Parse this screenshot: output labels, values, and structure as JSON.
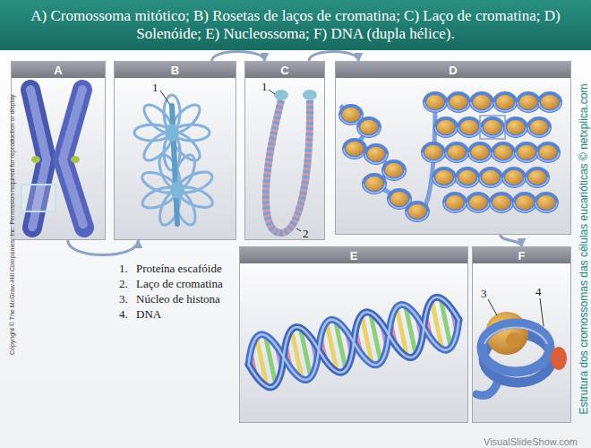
{
  "diagram": {
    "title": "A) Cromossoma mitótico; B) Rosetas de laços de cromatina; C) Laço de cromatina; D) Solenóide; E) Nucleossoma; F) DNA (dupla hélice).",
    "nodes": [
      {
        "text": [
          "A"
        ]
      },
      {
        "text": [
          "B"
        ]
      },
      {
        "text": [
          "C"
        ]
      },
      {
        "text": [
          "D"
        ]
      },
      {
        "text": [
          "E"
        ]
      },
      {
        "text": [
          "F"
        ]
      }
    ],
    "edges": [
      {
        "from": 0,
        "to": 1,
        "arrow": "to"
      },
      {
        "from": 1,
        "to": 2,
        "arrow": "to"
      },
      {
        "from": 2,
        "to": 3,
        "arrow": "to"
      },
      {
        "from": 3,
        "to": 5,
        "arrow": "to"
      }
    ],
    "labels": [
      "1",
      "1",
      "2",
      "1.",
      "Proteína escafóide",
      "2.",
      "Laço de cromatina",
      "3.",
      "Núcleo de histona",
      "4.",
      "DNA",
      "3",
      "4",
      "Estrutura dos cromossomas das células eucarióticas © netxplica.com",
      "Copyright © The McGraw-Hill Companies, Inc. Permission required for reproduction or display.",
      "VisualSlideShow.com"
    ]
  }
}
